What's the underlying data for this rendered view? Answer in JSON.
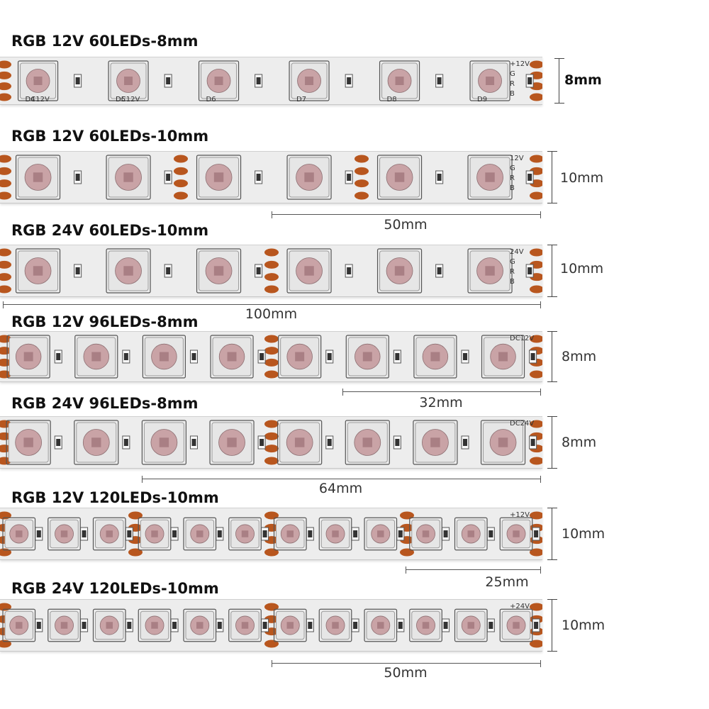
{
  "colors": {
    "strip": "#ededed",
    "pad": "#b8561e",
    "led_body": "#e6e6e6",
    "led_lens": "#c9a3a6",
    "resistor": "#333333"
  },
  "strips": [
    {
      "id": "s1",
      "title": "RGB 12V 60LEDs-8mm",
      "height_label": "8mm",
      "length_label": "",
      "pad_labels": [
        "+12V",
        "G",
        "R",
        "B"
      ],
      "printed": [
        "D4",
        "D5",
        "D6",
        "D7",
        "D8",
        "D9",
        "DC12V",
        "DC12V"
      ]
    },
    {
      "id": "s2",
      "title": "RGB 12V 60LEDs-10mm",
      "height_label": "10mm",
      "length_label": "50mm",
      "pad_labels": [
        "12V",
        "G",
        "R",
        "B"
      ],
      "printed": []
    },
    {
      "id": "s3",
      "title": "RGB 24V 60LEDs-10mm",
      "height_label": "10mm",
      "length_label": "100mm",
      "pad_labels": [
        "24V",
        "G",
        "R",
        "B"
      ],
      "printed": []
    },
    {
      "id": "s4",
      "title": "RGB 12V 96LEDs-8mm",
      "height_label": "8mm",
      "length_label": "32mm",
      "pad_labels": [
        "DC12V"
      ],
      "printed": []
    },
    {
      "id": "s5",
      "title": "RGB 24V 96LEDs-8mm",
      "height_label": "8mm",
      "length_label": "64mm",
      "pad_labels": [
        "DC24V"
      ],
      "printed": []
    },
    {
      "id": "s6",
      "title": "RGB 12V 120LEDs-10mm",
      "height_label": "10mm",
      "length_label": "25mm",
      "pad_labels": [
        "+12V"
      ],
      "printed": []
    },
    {
      "id": "s7",
      "title": "RGB 24V 120LEDs-10mm",
      "height_label": "10mm",
      "length_label": "50mm",
      "pad_labels": [
        "+24V"
      ],
      "printed": []
    }
  ]
}
